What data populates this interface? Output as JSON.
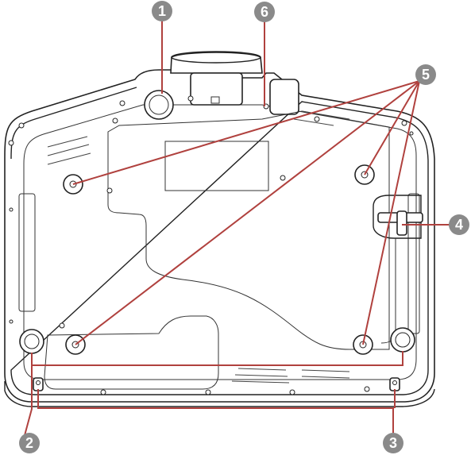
{
  "callouts": {
    "c1": "1",
    "c2": "2",
    "c3": "3",
    "c4": "4",
    "c5": "5",
    "c6": "6"
  },
  "colors": {
    "leader": "#b0413e",
    "badge": "#8a8a8a",
    "outline": "#222222"
  }
}
